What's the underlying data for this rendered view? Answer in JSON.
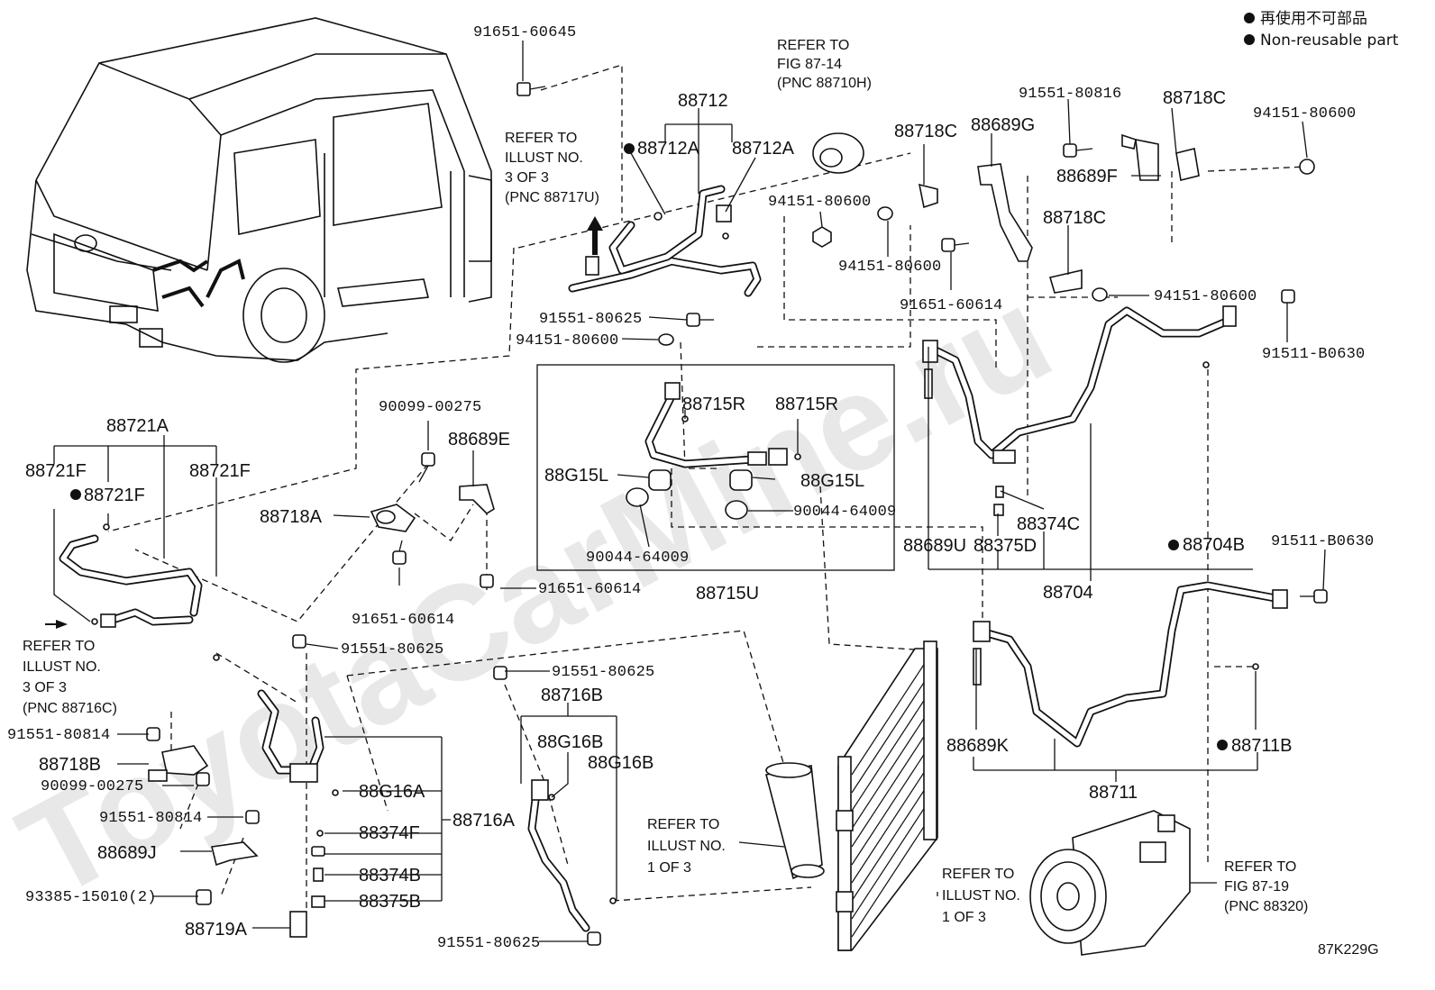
{
  "legend": {
    "line1": "再使用不可部品",
    "line2": "Non-reusable part"
  },
  "watermark": "ToyotaCarMine.ru",
  "figure_code": "87K229G",
  "notes": {
    "refer_fig_87_14": [
      "REFER TO",
      "FIG 87-14",
      "(PNC 88710H)"
    ],
    "refer_88717u": [
      "REFER TO",
      "ILLUST NO.",
      "3 OF 3",
      "(PNC 88717U)"
    ],
    "refer_88716c": [
      "REFER TO",
      "ILLUST NO.",
      "3 OF 3",
      "(PNC 88716C)"
    ],
    "refer_1of3_a": [
      "REFER TO",
      "ILLUST NO.",
      "1 OF 3"
    ],
    "refer_1of3_b": [
      "REFER TO",
      "ILLUST NO.",
      "1 OF 3"
    ],
    "refer_fig_87_19": [
      "REFER TO",
      "FIG 87-19",
      "(PNC 88320)"
    ]
  },
  "labels": {
    "p91651_60645": "91651-60645",
    "p88712": "88712",
    "p88712A_l": "88712A",
    "p88712A_r": "88712A",
    "p94151_80600_a": "94151-80600",
    "p94151_80600_b": "94151-80600",
    "p94151_80600_c": "94151-80600",
    "p94151_80600_d": "94151-80600",
    "p94151_80600_e": "94151-80600",
    "p88718C_a": "88718C",
    "p88718C_b": "88718C",
    "p88718C_c": "88718C",
    "p88689G": "88689G",
    "p88689F": "88689F",
    "p91551_80816": "91551-80816",
    "p91651_60614_a": "91651-60614",
    "p91651_60614_b": "91651-60614",
    "p91651_60614_c": "91651-60614",
    "p91511_B0630_a": "91511-B0630",
    "p91511_B0630_b": "91511-B0630",
    "p91551_80625_a": "91551-80625",
    "p91551_80625_b": "91551-80625",
    "p91551_80625_c": "91551-80625",
    "p91551_80625_d": "91551-80625",
    "p88715R_a": "88715R",
    "p88715R_b": "88715R",
    "p88G15L_a": "88G15L",
    "p88G15L_b": "88G15L",
    "p90044_64009_a": "90044-64009",
    "p90044_64009_b": "90044-64009",
    "p88715U": "88715U",
    "p90099_00275_a": "90099-00275",
    "p90099_00275_b": "90099-00275",
    "p88689E": "88689E",
    "p88718A": "88718A",
    "p88721A": "88721A",
    "p88721F_a": "88721F",
    "p88721F_b": "88721F",
    "p88721F_c": "88721F",
    "p88374C": "88374C",
    "p88689U": "88689U",
    "p88375D": "88375D",
    "p88704": "88704",
    "p88704B": "88704B",
    "p91551_80814_a": "91551-80814",
    "p91551_80814_b": "91551-80814",
    "p88718B": "88718B",
    "p88689J": "88689J",
    "p93385_15010": "93385-15010(2)",
    "p88719A": "88719A",
    "p88716B": "88716B",
    "p88G16B_a": "88G16B",
    "p88G16B_b": "88G16B",
    "p88G16A": "88G16A",
    "p88374F": "88374F",
    "p88716A": "88716A",
    "p88374B": "88374B",
    "p88375B": "88375B",
    "p88689K": "88689K",
    "p88711": "88711",
    "p88711B": "88711B"
  }
}
